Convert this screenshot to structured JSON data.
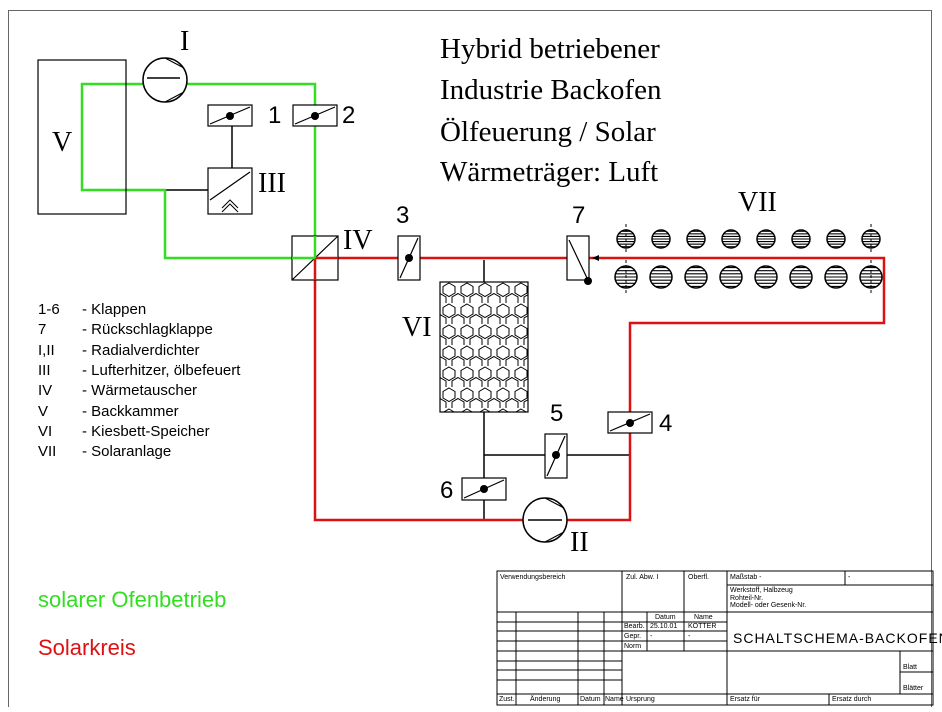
{
  "title": {
    "line1": "Hybrid betriebener",
    "line2": "Industrie Backofen",
    "line3": "Ölfeuerung / Solar",
    "line4": "Wärmeträger: Luft"
  },
  "legend": [
    {
      "code": "1-6",
      "text": "-  Klappen"
    },
    {
      "code": "7",
      "text": "-  Rückschlagklappe"
    },
    {
      "code": "I,II",
      "text": "-  Radialverdichter"
    },
    {
      "code": "III",
      "text": "-  Lufterhitzer, ölbefeuert"
    },
    {
      "code": "IV",
      "text": "-  Wärmetauscher"
    },
    {
      "code": "V",
      "text": "-  Backkammer"
    },
    {
      "code": "VI",
      "text": "-  Kiesbett-Speicher"
    },
    {
      "code": "VII",
      "text": "-  Solaranlage"
    }
  ],
  "notes": {
    "green": "solarer Ofenbetrieb",
    "red": "Solarkreis"
  },
  "colors": {
    "green_loop": "#33dd22",
    "red_loop": "#dd1111",
    "black": "#000000"
  },
  "labels": {
    "I": "I",
    "II": "II",
    "III": "III",
    "IV": "IV",
    "V": "V",
    "VI": "VI",
    "VII": "VII",
    "n1": "1",
    "n2": "2",
    "n3": "3",
    "n4": "4",
    "n5": "5",
    "n6": "6",
    "n7": "7"
  },
  "title_block": {
    "verwendungsbereich": "Verwendungsbereich",
    "zul_abw": "Zul. Abw. I",
    "oberfl": "Oberfl.",
    "massstab": "Maßstab  -",
    "dash": "-",
    "werkstoff": "Werkstoff, Halbzeug",
    "rohteil": "Rohteil-Nr.",
    "modell": "Modell- oder Gesenk-Nr.",
    "datum": "Datum",
    "name": "Name",
    "bearb": "Bearb.",
    "bearb_date": "25.10.01",
    "bearb_name": "KÖTTER",
    "gepr": "Gepr.",
    "gepr_date": "-",
    "gepr_name": "-",
    "norm": "Norm",
    "drawing_title": "SCHALTSCHEMA-BACKOFEN",
    "blatt": "Blatt",
    "blaetter": "Blätter",
    "zust": "Zust.",
    "aenderung": "Änderung",
    "datum2": "Datum",
    "name2": "Name",
    "ursprung": "Ursprung",
    "ersatz_fuer": "Ersatz für",
    "ersatz_durch": "Ersatz durch"
  }
}
